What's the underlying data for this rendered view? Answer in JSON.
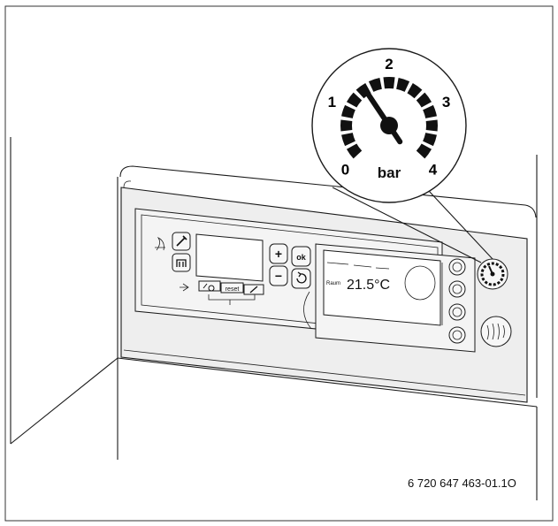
{
  "gauge": {
    "tick_labels": [
      "0",
      "1",
      "2",
      "3",
      "4"
    ],
    "unit": "bar",
    "pressure_reading_bar": 1.5,
    "scale_min_bar": 0,
    "scale_max_bar": 4
  },
  "panel": {
    "ok_label": "ok",
    "plus_label": "+",
    "minus_label": "−",
    "reset_label": "reset",
    "temperature_display": "21.5°C",
    "display_small_label": "Raum"
  },
  "figure_code": "6 720 647 463-01.1O"
}
